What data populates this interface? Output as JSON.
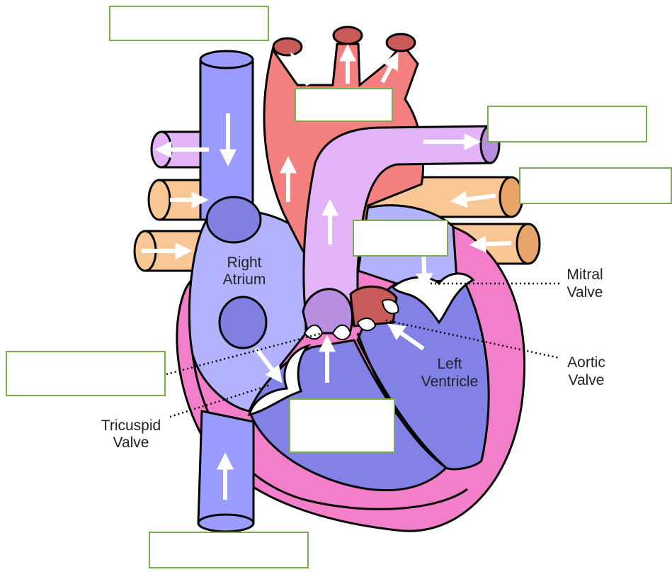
{
  "labels": {
    "right_atrium": [
      "Right",
      "Atrium"
    ],
    "left_ventricle": [
      "Left",
      "Ventricle"
    ],
    "mitral_valve": [
      "Mitral",
      "Valve"
    ],
    "aortic_valve": [
      "Aortic",
      "Valve"
    ],
    "tricuspid_valve": [
      "Tricuspid",
      "Valve"
    ]
  },
  "answer_boxes": [
    {
      "id": "superior-vena-cava",
      "value": ""
    },
    {
      "id": "aorta",
      "value": ""
    },
    {
      "id": "pulmonary-artery",
      "value": ""
    },
    {
      "id": "pulmonary-veins",
      "value": ""
    },
    {
      "id": "left-atrium",
      "value": ""
    },
    {
      "id": "pulmonary-valve",
      "value": ""
    },
    {
      "id": "right-ventricle",
      "value": ""
    },
    {
      "id": "inferior-vena-cava",
      "value": ""
    }
  ],
  "colors": {
    "vena_blue": "#9a9cff",
    "aorta_red": "#f47f7f",
    "pulmonary_purple": "#e3b3f7",
    "pulmonary_vein_orange": "#f9c796",
    "heart_pink": "#f37fca",
    "right_side_blue": "#b2b2ff",
    "left_side_blue": "#8181e6",
    "box_border": "#79ad52"
  }
}
